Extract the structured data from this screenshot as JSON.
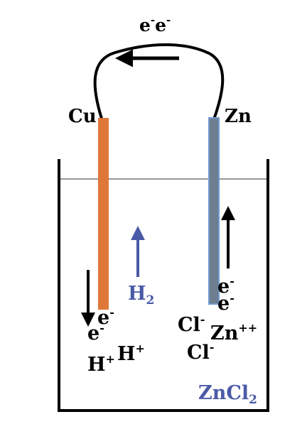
{
  "wire_label": {
    "e1": "e",
    "sup1": "-",
    "e2": "e",
    "sup2": "-"
  },
  "electrodes": {
    "cu": {
      "label": "Cu",
      "color": "#e0773a"
    },
    "zn": {
      "label": "Zn",
      "color": "#6e7d8f",
      "edge_color": "#6f9bd0"
    }
  },
  "solution": {
    "label_base": "ZnCl",
    "label_sub": "2",
    "label_color": "#4a5aa6"
  },
  "cathode_side": {
    "electron_top": {
      "base": "e",
      "sup": "-"
    },
    "electron_bottom": {
      "base": "e",
      "sup": "-"
    },
    "hydrogen_ion_1": {
      "base": "H",
      "sup": "+"
    },
    "hydrogen_ion_2": {
      "base": "H",
      "sup": "+"
    },
    "hydrogen_gas": {
      "base": "H",
      "sub": "2",
      "color": "#4a5aa6"
    }
  },
  "anode_side": {
    "electron_top": {
      "base": "e",
      "sup": "-"
    },
    "electron_bottom": {
      "base": "e",
      "sup": "-"
    },
    "chloride_1": {
      "base": "Cl",
      "sup": "-"
    },
    "chloride_2": {
      "base": "Cl",
      "sup": "-"
    },
    "zinc_ion": {
      "base": "Zn",
      "sup": "++"
    }
  }
}
